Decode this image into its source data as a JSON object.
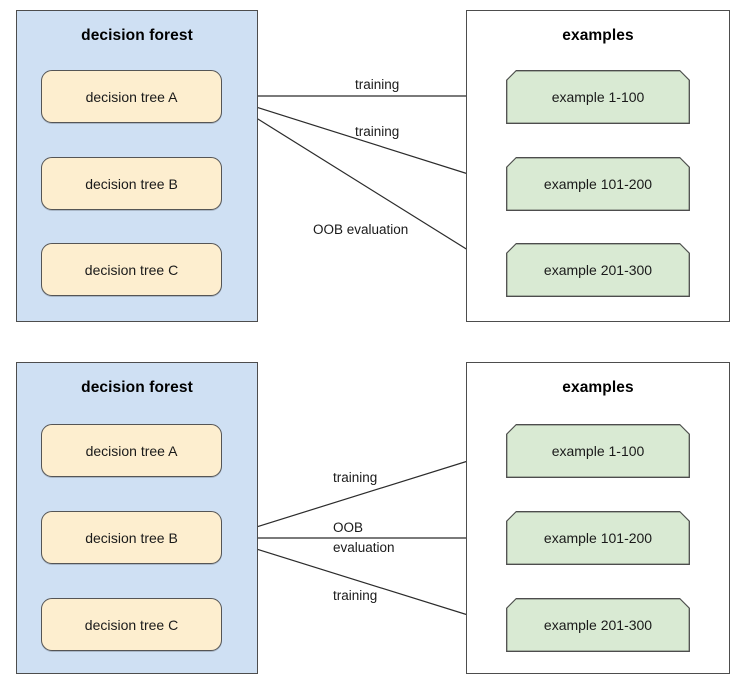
{
  "diagrams": [
    {
      "id": "top",
      "forest": {
        "title": "decision forest",
        "trees": [
          {
            "label": "decision tree A"
          },
          {
            "label": "decision tree B"
          },
          {
            "label": "decision tree C"
          }
        ]
      },
      "examples": {
        "title": "examples",
        "items": [
          {
            "label": "example 1-100"
          },
          {
            "label": "example 101-200"
          },
          {
            "label": "example 201-300"
          }
        ]
      },
      "edges": [
        {
          "label": "training",
          "from": "decision tree A",
          "to": "example 1-100"
        },
        {
          "label": "training",
          "from": "decision tree A",
          "to": "example 101-200"
        },
        {
          "label": "OOB evaluation",
          "from": "decision tree A",
          "to": "example 201-300"
        }
      ]
    },
    {
      "id": "bottom",
      "forest": {
        "title": "decision forest",
        "trees": [
          {
            "label": "decision tree A"
          },
          {
            "label": "decision tree B"
          },
          {
            "label": "decision tree C"
          }
        ]
      },
      "examples": {
        "title": "examples",
        "items": [
          {
            "label": "example 1-100"
          },
          {
            "label": "example 101-200"
          },
          {
            "label": "example 201-300"
          }
        ]
      },
      "edges": [
        {
          "label": "training",
          "from": "decision tree B",
          "to": "example 1-100"
        },
        {
          "label_line1": "OOB",
          "label_line2": "evaluation",
          "from": "decision tree B",
          "to": "example 101-200"
        },
        {
          "label": "training",
          "from": "decision tree B",
          "to": "example 201-300"
        }
      ]
    }
  ],
  "colors": {
    "forest_fill": "#cfe0f3",
    "tree_fill": "#fdeecf",
    "example_fill": "#d9ead3",
    "border": "#4d4d4d",
    "arrow": "#2b2b2b",
    "text": "#1a1a1a"
  }
}
